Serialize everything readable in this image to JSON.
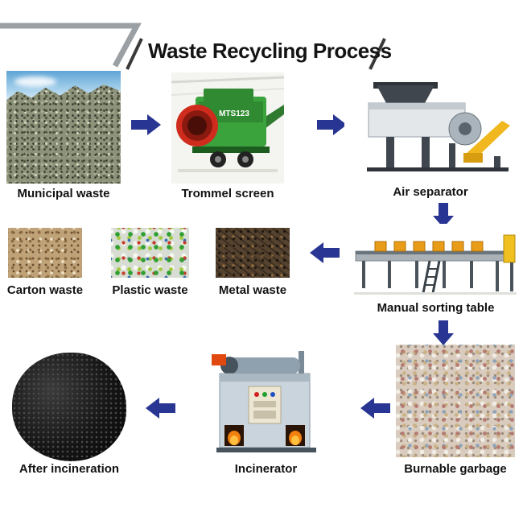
{
  "title": "Waste Recycling Process",
  "colors": {
    "arrow": "#283593",
    "decor_gray": "#9aa0a4",
    "slash_dark": "#3a3a3a"
  },
  "nodes": {
    "municipal_waste": {
      "label": "Municipal waste"
    },
    "trommel_screen": {
      "label": "Trommel screen",
      "machine_text": "MTS123"
    },
    "air_separator": {
      "label": "Air separator"
    },
    "manual_sorting_table": {
      "label": "Manual sorting table"
    },
    "carton_waste": {
      "label": "Carton waste"
    },
    "plastic_waste": {
      "label": "Plastic waste"
    },
    "metal_waste": {
      "label": "Metal waste"
    },
    "burnable_garbage": {
      "label": "Burnable garbage"
    },
    "incinerator": {
      "label": "Incinerator"
    },
    "after_incineration": {
      "label": "After incineration"
    }
  },
  "connections": [
    {
      "from": "municipal_waste",
      "to": "trommel_screen"
    },
    {
      "from": "trommel_screen",
      "to": "air_separator"
    },
    {
      "from": "air_separator",
      "to": "manual_sorting_table"
    },
    {
      "from": "manual_sorting_table",
      "to": "carton_plastic_metal_waste"
    },
    {
      "from": "manual_sorting_table",
      "to": "burnable_garbage"
    },
    {
      "from": "burnable_garbage",
      "to": "incinerator"
    },
    {
      "from": "incinerator",
      "to": "after_incineration"
    }
  ]
}
